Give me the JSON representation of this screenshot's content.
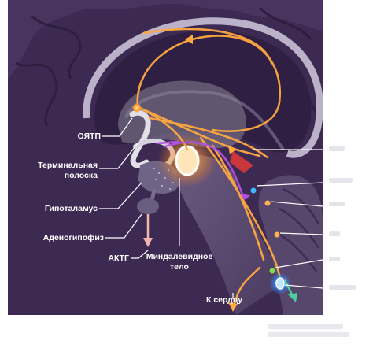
{
  "labels": {
    "oyatp": "ОЯТП",
    "terminal_strip_line1": "Терминальная",
    "terminal_strip_line2": "полоска",
    "hypothalamus": "Гипоталамус",
    "adenohypophysis": "Аденогипофиз",
    "acth": "АКТГ",
    "amygdala_line1": "Миндалевидное",
    "amygdala_line2": "тело",
    "to_heart": "К сердцу"
  },
  "colors": {
    "panel_bg": "#3d2a52",
    "brain_dark": "#2f1f42",
    "brainstem": "#5a4a6e",
    "pathway_orange": "#ffa940",
    "pathway_purple": "#b04fe0",
    "label_text": "#ffffff",
    "leader_line": "#ffffff"
  }
}
